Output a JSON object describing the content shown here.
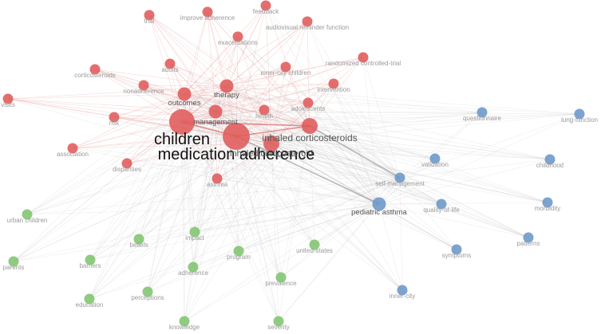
{
  "graph": {
    "colors": {
      "red": "#e05a5a",
      "green": "#7fc46e",
      "blue": "#6b96c8",
      "edge_red": "#e88a8a",
      "edge_gray": "#bbbbbb"
    },
    "clusters": {
      "red": [
        "trial",
        "improve adherence",
        "feedback",
        "audiovisual reminder function",
        "exacerbations",
        "randomized controlled-trial",
        "corticosteroids",
        "adults",
        "inner-city children",
        "nonadherence",
        "intervention",
        "outcomes",
        "therapy",
        "health",
        "adolescents",
        "visits",
        "risk",
        "management",
        "children",
        "inhaled corticosteroids",
        "medication adherence",
        "association",
        "disparities",
        "asthma",
        "inhaled corticosteroid"
      ],
      "blue": [
        "questionnaire",
        "lung-function",
        "validation",
        "childhood",
        "self-management",
        "pediatric asthma",
        "quality-of-life",
        "morbidity",
        "patterns",
        "symptoms",
        "inner-city"
      ],
      "green": [
        "urban children",
        "impact",
        "beliefs",
        "parents",
        "barriers",
        "program",
        "united-states",
        "adherence",
        "prevalence",
        "perceptions",
        "education",
        "knowledge",
        "severity"
      ]
    },
    "nodes": [
      {
        "id": "trial",
        "label": "trial",
        "cluster": "red",
        "weight": 1
      },
      {
        "id": "improve-adherence",
        "label": "improve adherence",
        "cluster": "red",
        "weight": 1
      },
      {
        "id": "feedback",
        "label": "feedback",
        "cluster": "red",
        "weight": 1
      },
      {
        "id": "audiovisual",
        "label": "audiovisual reminder function",
        "cluster": "red",
        "weight": 1
      },
      {
        "id": "exacerbations",
        "label": "exacerbations",
        "cluster": "red",
        "weight": 1
      },
      {
        "id": "rct",
        "label": "randomized controlled-trial",
        "cluster": "red",
        "weight": 1
      },
      {
        "id": "corticosteroids",
        "label": "corticosteroids",
        "cluster": "red",
        "weight": 1
      },
      {
        "id": "adults",
        "label": "adults",
        "cluster": "red",
        "weight": 1
      },
      {
        "id": "inner-city-children",
        "label": "inner-city children",
        "cluster": "red",
        "weight": 1
      },
      {
        "id": "nonadherence",
        "label": "nonadherence",
        "cluster": "red",
        "weight": 1
      },
      {
        "id": "intervention",
        "label": "intervention",
        "cluster": "red",
        "weight": 1
      },
      {
        "id": "outcomes",
        "label": "outcomes",
        "cluster": "red",
        "weight": 2
      },
      {
        "id": "therapy",
        "label": "therapy",
        "cluster": "red",
        "weight": 2
      },
      {
        "id": "health",
        "label": "health",
        "cluster": "red",
        "weight": 1
      },
      {
        "id": "adolescents",
        "label": "adolescents",
        "cluster": "red",
        "weight": 1
      },
      {
        "id": "visits",
        "label": "visits",
        "cluster": "red",
        "weight": 1
      },
      {
        "id": "risk",
        "label": "risk",
        "cluster": "red",
        "weight": 1
      },
      {
        "id": "management",
        "label": "management",
        "cluster": "red",
        "weight": 2
      },
      {
        "id": "children",
        "label": "children",
        "cluster": "red",
        "weight": 4
      },
      {
        "id": "ics",
        "label": "inhaled corticosteroids",
        "cluster": "red",
        "weight": 3
      },
      {
        "id": "med-adherence",
        "label": "medication adherence",
        "cluster": "red",
        "weight": 5
      },
      {
        "id": "inhaled-cs",
        "label": "inhaled corticosteroid",
        "cluster": "red",
        "weight": 2
      },
      {
        "id": "association",
        "label": "association",
        "cluster": "red",
        "weight": 1
      },
      {
        "id": "disparities",
        "label": "disparities",
        "cluster": "red",
        "weight": 1
      },
      {
        "id": "asthma",
        "label": "asthma",
        "cluster": "red",
        "weight": 1
      },
      {
        "id": "questionnaire",
        "label": "questionnaire",
        "cluster": "blue",
        "weight": 1
      },
      {
        "id": "lung-function",
        "label": "lung-function",
        "cluster": "blue",
        "weight": 1
      },
      {
        "id": "validation",
        "label": "validation",
        "cluster": "blue",
        "weight": 1
      },
      {
        "id": "childhood",
        "label": "childhood",
        "cluster": "blue",
        "weight": 1
      },
      {
        "id": "self-management",
        "label": "self-management",
        "cluster": "blue",
        "weight": 1
      },
      {
        "id": "pediatric-asthma",
        "label": "pediatric asthma",
        "cluster": "blue",
        "weight": 2
      },
      {
        "id": "qol",
        "label": "quality-of-life",
        "cluster": "blue",
        "weight": 1
      },
      {
        "id": "morbidity",
        "label": "morbidity",
        "cluster": "blue",
        "weight": 1
      },
      {
        "id": "patterns",
        "label": "patterns",
        "cluster": "blue",
        "weight": 1
      },
      {
        "id": "symptoms",
        "label": "symptoms",
        "cluster": "blue",
        "weight": 1
      },
      {
        "id": "inner-city",
        "label": "inner-city",
        "cluster": "blue",
        "weight": 1
      },
      {
        "id": "urban-children",
        "label": "urban children",
        "cluster": "green",
        "weight": 1
      },
      {
        "id": "impact",
        "label": "impact",
        "cluster": "green",
        "weight": 1
      },
      {
        "id": "beliefs",
        "label": "beliefs",
        "cluster": "green",
        "weight": 1
      },
      {
        "id": "parents",
        "label": "parents",
        "cluster": "green",
        "weight": 1
      },
      {
        "id": "barriers",
        "label": "barriers",
        "cluster": "green",
        "weight": 1
      },
      {
        "id": "program",
        "label": "program",
        "cluster": "green",
        "weight": 1
      },
      {
        "id": "united-states",
        "label": "united-states",
        "cluster": "green",
        "weight": 1
      },
      {
        "id": "adherence",
        "label": "adherence",
        "cluster": "green",
        "weight": 1
      },
      {
        "id": "prevalence",
        "label": "prevalence",
        "cluster": "green",
        "weight": 1
      },
      {
        "id": "perceptions",
        "label": "perceptions",
        "cluster": "green",
        "weight": 1
      },
      {
        "id": "education",
        "label": "education",
        "cluster": "green",
        "weight": 1
      },
      {
        "id": "knowledge",
        "label": "knowledge",
        "cluster": "green",
        "weight": 1
      },
      {
        "id": "severity",
        "label": "severity",
        "cluster": "green",
        "weight": 1
      }
    ]
  }
}
